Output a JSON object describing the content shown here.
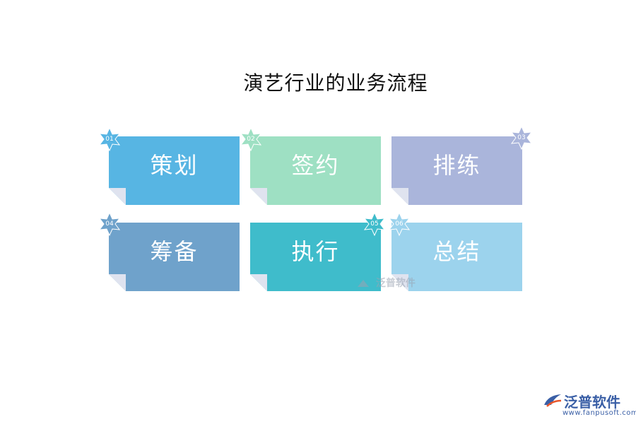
{
  "title": "演艺行业的业务流程",
  "steps": [
    {
      "num": "01",
      "label": "策划",
      "color": "#57b5e3"
    },
    {
      "num": "02",
      "label": "签约",
      "color": "#9ee0c3"
    },
    {
      "num": "03",
      "label": "排练",
      "color": "#aab5db"
    },
    {
      "num": "04",
      "label": "筹备",
      "color": "#6fa2cb"
    },
    {
      "num": "05",
      "label": "执行",
      "color": "#3fbccb"
    },
    {
      "num": "06",
      "label": "总结",
      "color": "#9cd3ed"
    }
  ],
  "watermark": "泛普软件",
  "logo": {
    "brand": "泛普软件",
    "site": "www.fanpusoft.com",
    "icon": "fanpu-logo-icon"
  }
}
